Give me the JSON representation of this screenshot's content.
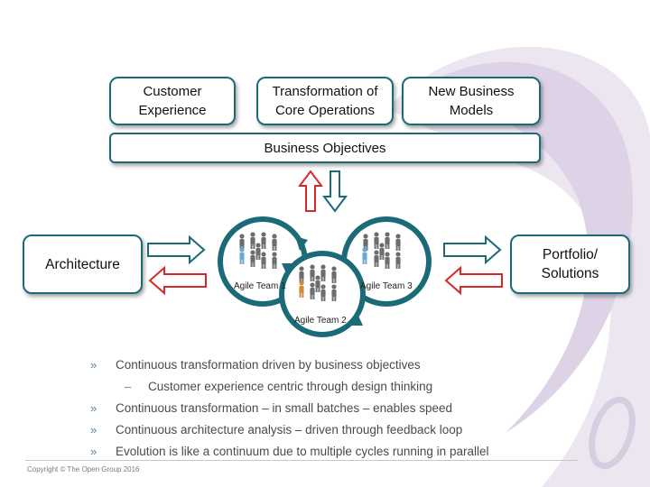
{
  "top_boxes": [
    {
      "label": "Customer\nExperience"
    },
    {
      "label": "Transformation of\nCore Operations"
    },
    {
      "label": "New Business\nModels"
    }
  ],
  "business_objectives": "Business Objectives",
  "left_box": "Architecture",
  "right_box": "Portfolio/\nSolutions",
  "teams": [
    {
      "label": "Agile Team 1"
    },
    {
      "label": "Agile Team 2"
    },
    {
      "label": "Agile Team 3"
    }
  ],
  "bullets": [
    {
      "marker": "»",
      "text": "Continuous transformation driven by business objectives"
    },
    {
      "marker": "–",
      "text": "Customer experience centric through design thinking"
    },
    {
      "marker": "»",
      "text": "Continuous transformation – in small batches – enables speed"
    },
    {
      "marker": "»",
      "text": "Continuous architecture analysis – driven through feedback loop"
    },
    {
      "marker": "»",
      "text": "Evolution is like a continuum due to multiple cycles running in parallel"
    }
  ],
  "copyright": "Copyright © The Open Group 2016",
  "colors": {
    "teal": "#1b6a78",
    "red": "#d42a2a",
    "swirl": "#dcd3e3"
  }
}
